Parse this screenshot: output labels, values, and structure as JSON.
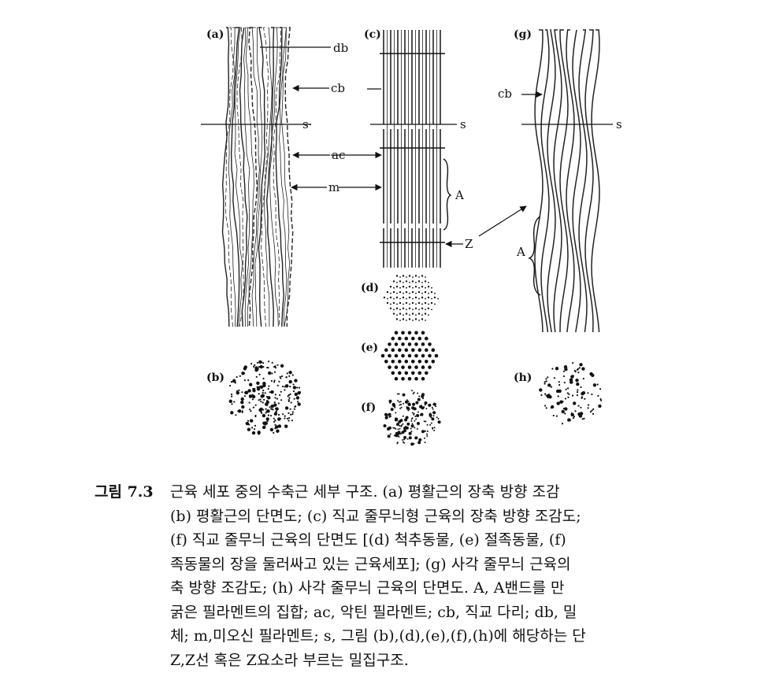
{
  "figure": {
    "panel_labels": {
      "a": "(a)",
      "b": "(b)",
      "c": "(c)",
      "d": "(d)",
      "e": "(e)",
      "f": "(f)",
      "g": "(g)",
      "h": "(h)"
    },
    "callouts": {
      "db": "db",
      "cb_a": "cb",
      "s_a": "s·",
      "ac": "ac",
      "m": "m",
      "s_c": "s",
      "A_c": "A",
      "Z": "Z",
      "cb_g": "cb",
      "s_g": "s",
      "A_g": "A"
    }
  },
  "caption": {
    "label": "그림 7.3",
    "lines": [
      "근육 세포 중의 수축근 세부 구조. (a) 평활근의 장축 방향 조감",
      "(b) 평활근의 단면도; (c) 직교 줄무늬형 근육의 장축 방향 조감도;",
      "(f) 직교 줄무늬 근육의 단면도 [(d) 척추동물, (e) 절족동물, (f)",
      "족동물의 장을 둘러싸고 있는 근육세포]; (g) 사각 줄무늬 근육의",
      "축 방향 조감도; (h) 사각 줄무늬 근육의 단면도. A, A밴드를 만",
      "굵은 필라멘트의 집합; ac, 악틴 필라멘트; cb, 직교 다리; db, 밀",
      "체; m,미오신 필라멘트; s, 그림 (b),(d),(e),(f),(h)에 해당하는 단",
      "Z,Z선 혹은 Z요소라 부르는 밀집구조."
    ]
  }
}
